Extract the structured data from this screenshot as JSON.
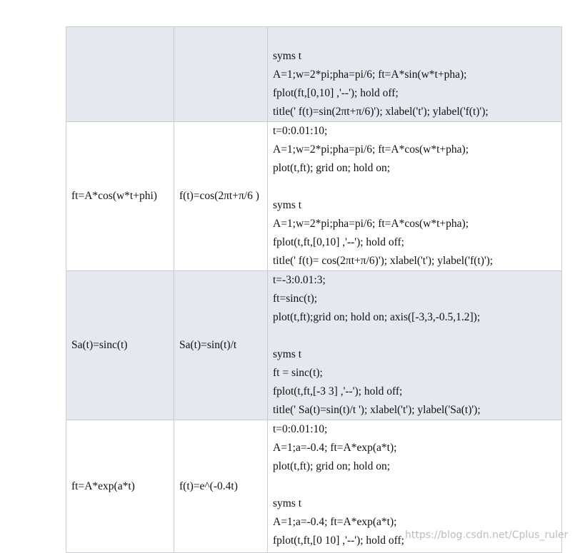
{
  "rows": [
    {
      "expr": "",
      "formula": "",
      "code": [
        "syms t",
        "A=1;w=2*pi;pha=pi/6; ft=A*sin(w*t+pha);",
        "fplot(ft,[0,10] ,'--'); hold off;",
        "title(' f(t)=sin(2πt+π/6)'); xlabel('t'); ylabel('f(t)');"
      ]
    },
    {
      "expr": "ft=A*cos(w*t+phi)",
      "formula": "f(t)=cos(2πt+π/6 )",
      "code": [
        "t=0:0.01:10;",
        "A=1;w=2*pi;pha=pi/6; ft=A*cos(w*t+pha);",
        "plot(t,ft); grid on; hold on;",
        "",
        "syms t",
        "A=1;w=2*pi;pha=pi/6; ft=A*cos(w*t+pha);",
        "fplot(t,ft,[0,10] ,'--'); hold off;",
        "title(' f(t)= cos(2πt+π/6)'); xlabel('t'); ylabel('f(t)');"
      ]
    },
    {
      "expr": "Sa(t)=sinc(t)",
      "formula": "Sa(t)=sin(t)/t",
      "code": [
        "t=-3:0.01:3;",
        "ft=sinc(t);",
        "plot(t,ft);grid on; hold on; axis([-3,3,-0.5,1.2]);",
        "",
        "syms t",
        "ft = sinc(t);",
        "fplot(t,ft,[-3 3] ,'--'); hold off;",
        "title(' Sa(t)=sin(t)/t '); xlabel('t'); ylabel('Sa(t)');"
      ]
    },
    {
      "expr": "ft=A*exp(a*t)",
      "formula": "f(t)=e^(-0.4t)",
      "code": [
        "t=0:0.01:10;",
        "A=1;a=-0.4; ft=A*exp(a*t);",
        "plot(t,ft); grid on; hold on;",
        "",
        "syms t",
        "A=1;a=-0.4; ft=A*exp(a*t);",
        "fplot(t,ft,[0 10] ,'--'); hold off;"
      ]
    }
  ],
  "watermark": "https://blog.csdn.net/Cplus_ruler"
}
